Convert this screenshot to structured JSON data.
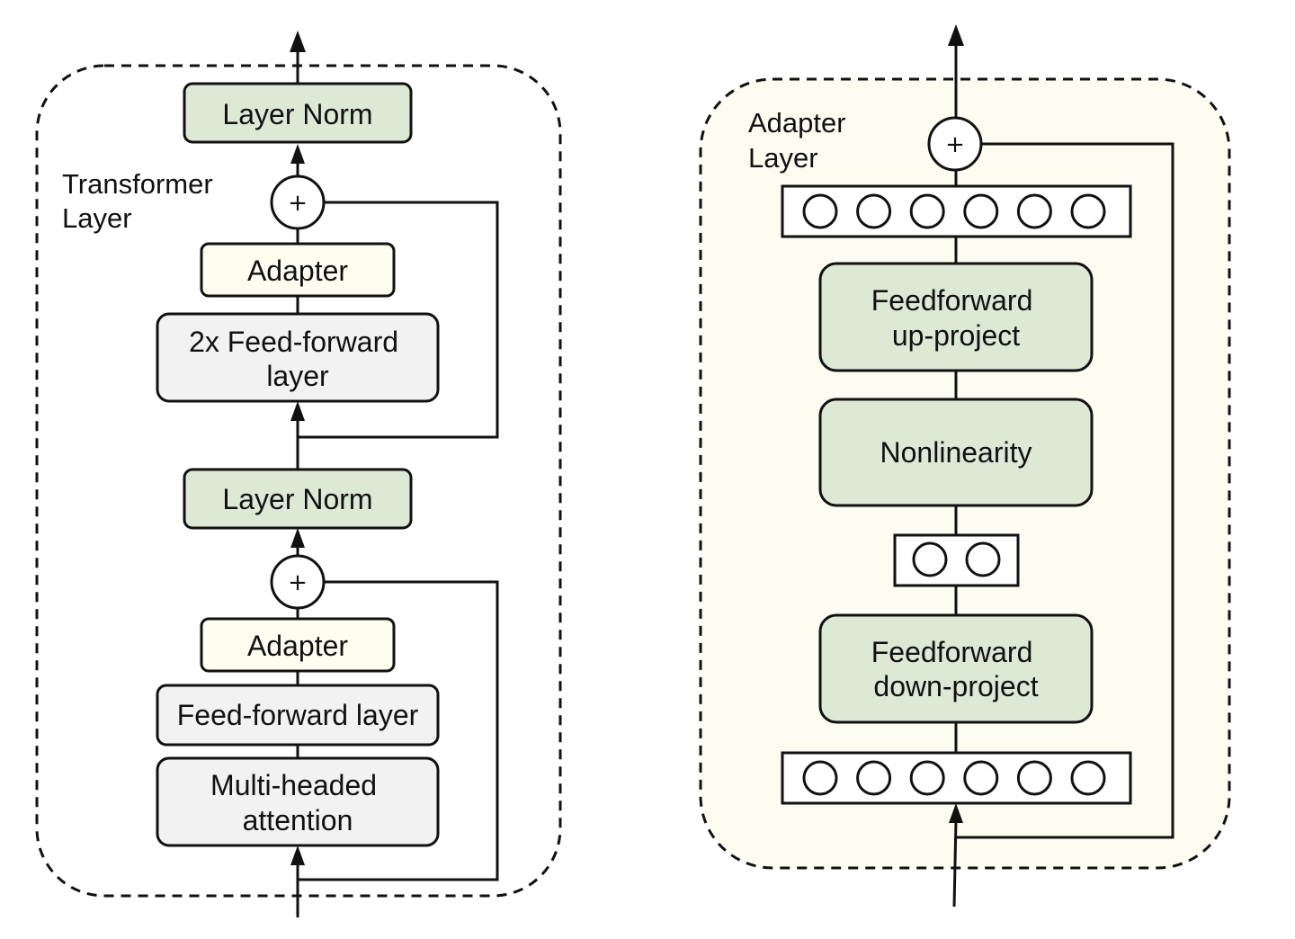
{
  "colors": {
    "layer_norm_fill": "#dde8d5",
    "adapter_fill": "#fdfdf0",
    "ffn_fill": "#f2f2f2",
    "adapter_region_fill": "#fcfcf0",
    "stroke": "#111111"
  },
  "transformer": {
    "region_label_line1": "Transformer",
    "region_label_line2": "Layer",
    "layer_norm_top": "Layer Norm",
    "adapter_top": "Adapter",
    "ffn_2x_line1": "2x Feed-forward",
    "ffn_2x_line2": "layer",
    "layer_norm_mid": "Layer Norm",
    "adapter_bottom": "Adapter",
    "ffn_single": "Feed-forward layer",
    "attention_line1": "Multi-headed",
    "attention_line2": "attention",
    "plus_symbol": "+"
  },
  "adapter": {
    "region_label_line1": "Adapter",
    "region_label_line2": "Layer",
    "up_project_line1": "Feedforward",
    "up_project_line2": "up-project",
    "nonlinearity": "Nonlinearity",
    "down_project_line1": "Feedforward",
    "down_project_line2": "down-project",
    "plus_symbol": "+",
    "top_neuron_count": 6,
    "bottleneck_neuron_count": 2,
    "bottom_neuron_count": 6
  }
}
